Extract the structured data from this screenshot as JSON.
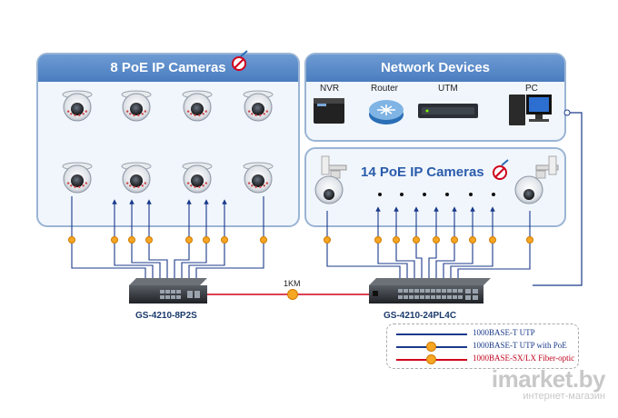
{
  "panels": {
    "left_title": "8 PoE IP Cameras",
    "devices_title": "Network Devices",
    "right_title": "14 PoE IP Cameras"
  },
  "devices": {
    "nvr": "NVR",
    "router": "Router",
    "utm": "UTM",
    "pc": "PC"
  },
  "link_label": "1KM",
  "switches": {
    "left_model": "GS-4210-8P2S",
    "right_model": "GS-4210-24PL4C"
  },
  "legend": {
    "utp": "1000BASE-T UTP",
    "utp_poe": "1000BASE-T UTP with PoE",
    "fiber": "1000BASE-SX/LX Fiber-optic",
    "utp_color": "#1a3a8a",
    "fiber_color": "#d0021b"
  },
  "watermark": {
    "main": "imarket.by",
    "sub": "интернет-магазин"
  },
  "colors": {
    "panel_header": "#4a7cbf",
    "poe_dot": "#f5a623",
    "cable": "#1a3a8a"
  }
}
